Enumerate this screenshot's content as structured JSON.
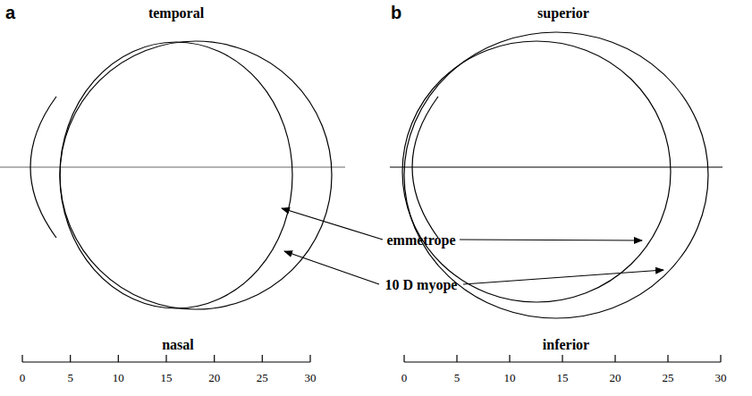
{
  "diagram": {
    "labels": [
      "a",
      "temporal",
      "b",
      "superior",
      "nasal",
      "inferior",
      "emmetrope",
      "10 D myope",
      "0",
      "5",
      "10",
      "15",
      "20",
      "25",
      "30",
      "0",
      "5",
      "10",
      "15",
      "20",
      "25",
      "30"
    ]
  }
}
